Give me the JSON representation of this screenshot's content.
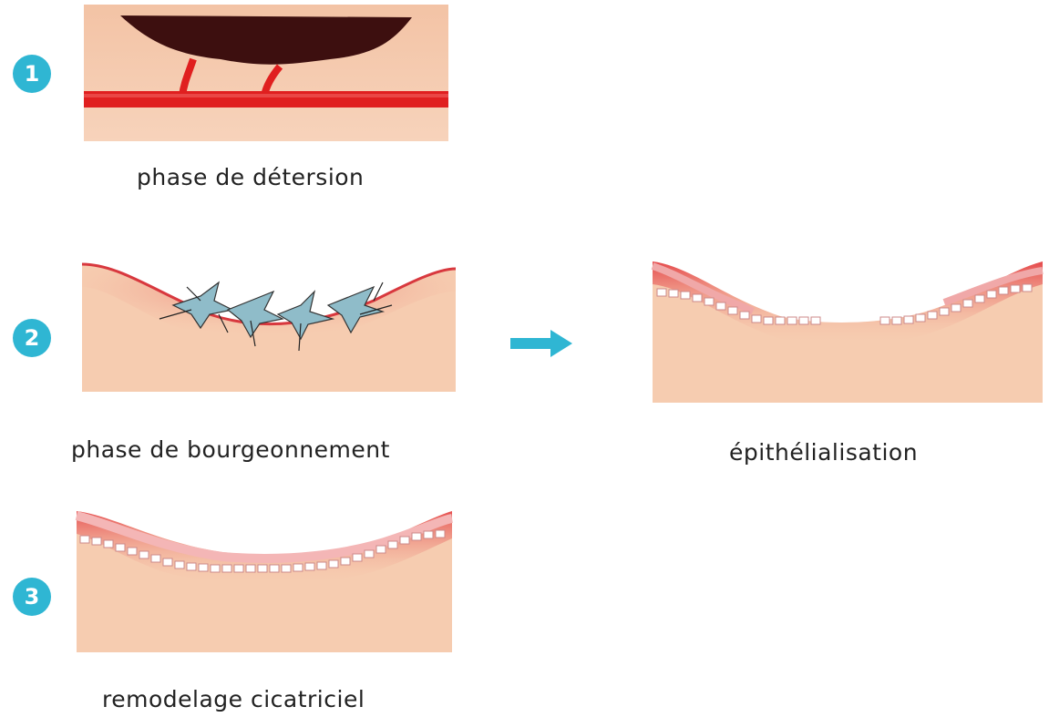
{
  "steps": [
    {
      "badge": "1",
      "caption": "phase de détersion"
    },
    {
      "badge": "2",
      "caption": "phase de bourgeonnement"
    },
    {
      "badge": "3",
      "caption": "remodelage cicatriciel"
    }
  ],
  "side_caption": "épithélialisation",
  "arrow_icon": "right-arrow-icon",
  "colors": {
    "badge": "#2fb6d3",
    "skin": "#f6ccb0",
    "wound_red": "#e2323a",
    "vessel": "#e01f1f",
    "scab": "#3d0f0f",
    "cell": "#8fbcc9"
  }
}
